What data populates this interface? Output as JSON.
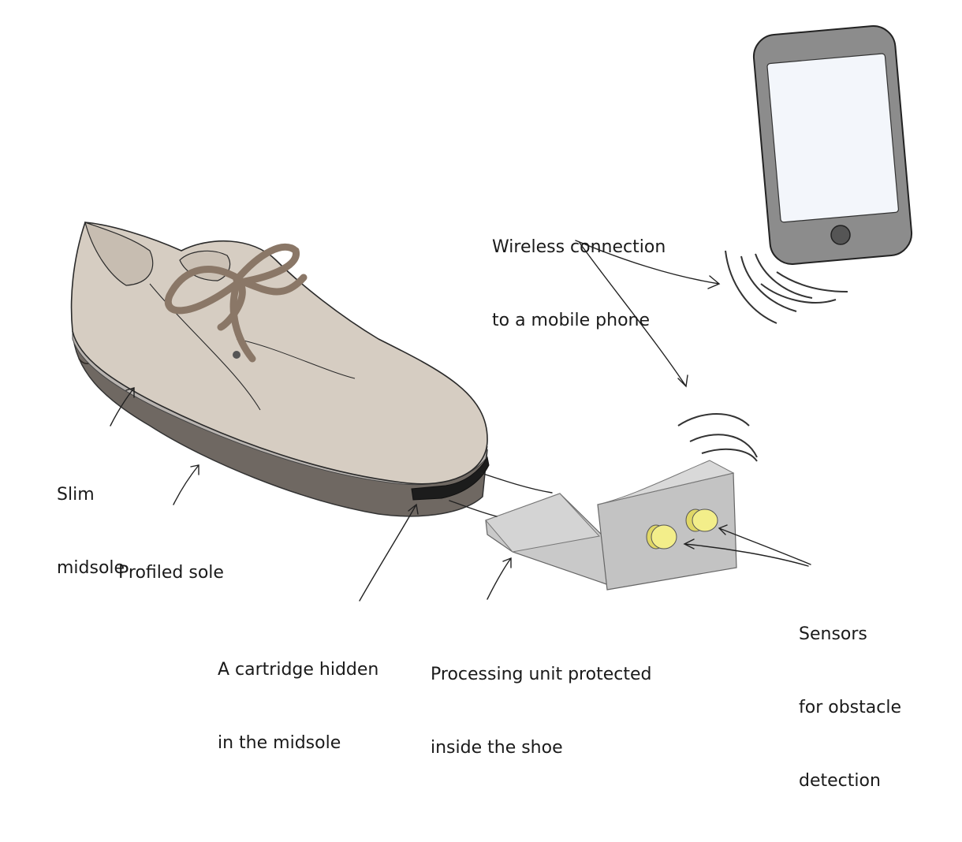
{
  "labels": {
    "wireless_line1": "Wireless connection",
    "wireless_line2": "to a mobile phone",
    "slim_line1": "Slim",
    "slim_line2": "midsole",
    "profiled": "Profiled sole",
    "cartridge_line1": "A cartridge hidden",
    "cartridge_line2": "in the midsole",
    "processing_line1": "Processing unit protected",
    "processing_line2": "inside the shoe",
    "sensors_line1": "Sensors",
    "sensors_line2": "for obstacle",
    "sensors_line3": "detection"
  },
  "colors": {
    "shoe_upper": "#d6cdc2",
    "laces": "#8a7767",
    "sole_dark": "#6f6862",
    "midsole": "#b9b4b0",
    "phone_body": "#8c8c8c",
    "phone_screen": "#f3f6fb",
    "unit_body": "#c9c9c9",
    "sensor": "#f3ee8a",
    "ink": "#222222"
  }
}
